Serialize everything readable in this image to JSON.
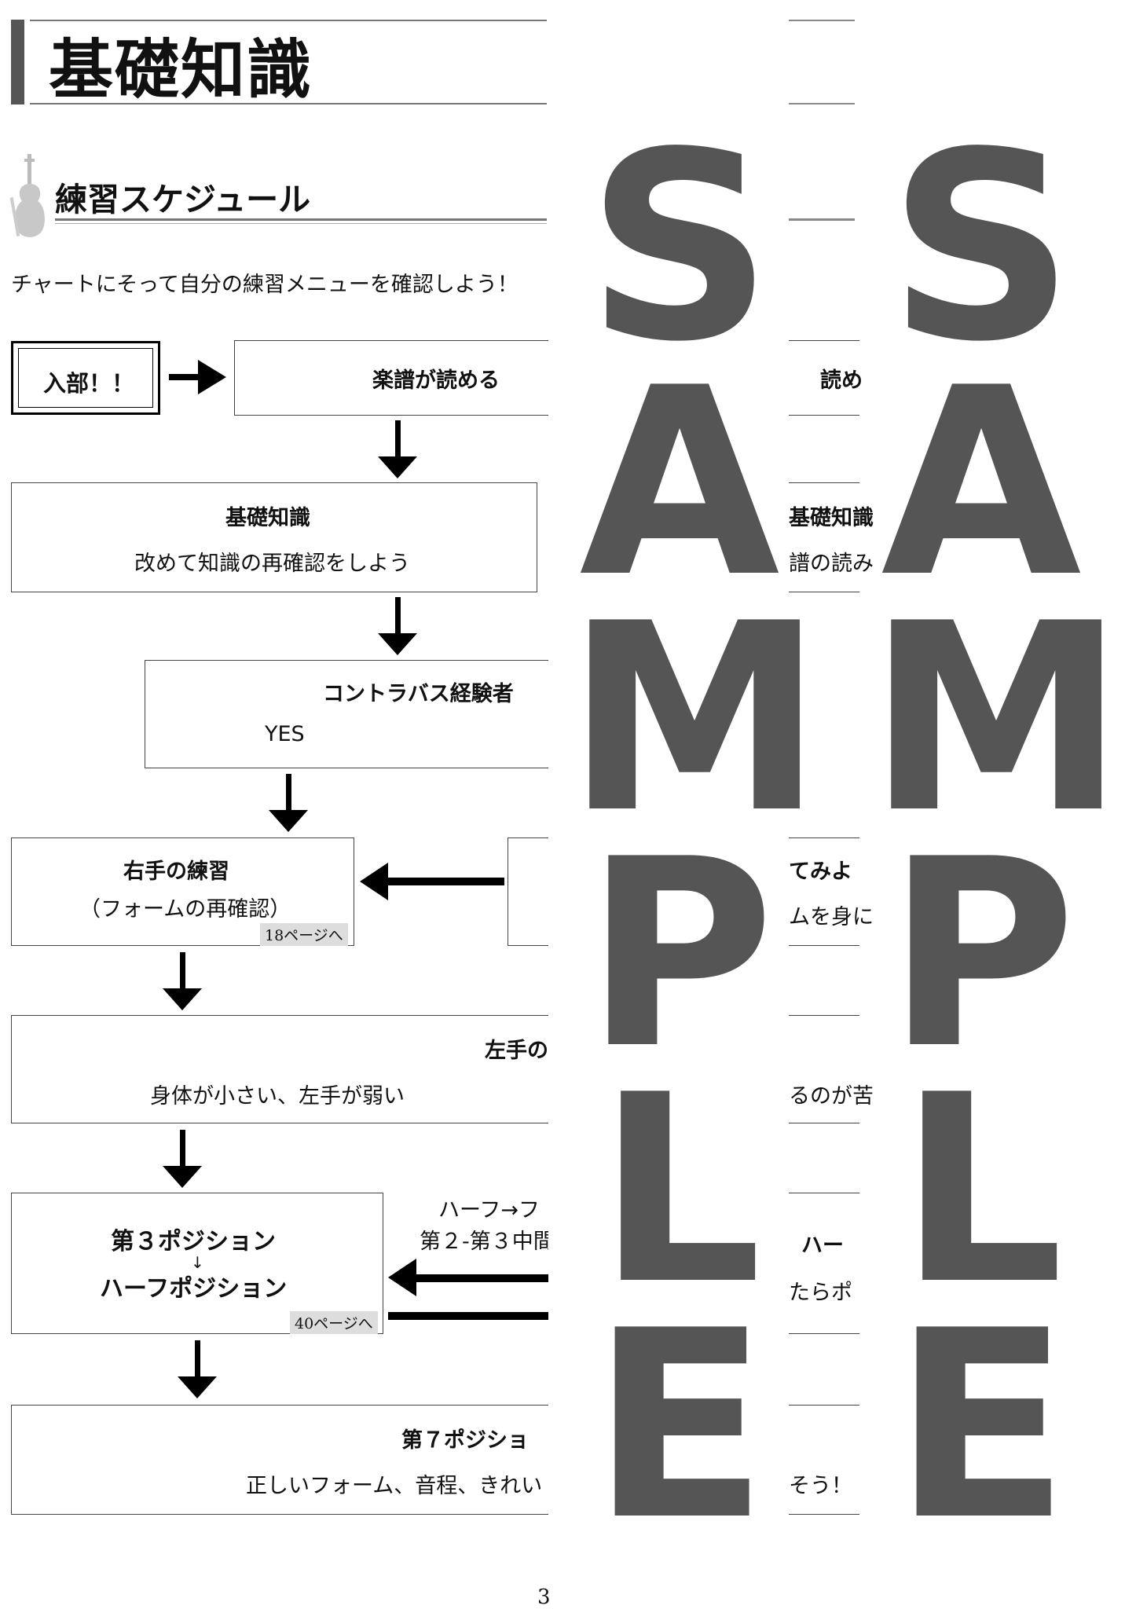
{
  "header": {
    "title": "基礎知識"
  },
  "section": {
    "title": "練習スケジュール",
    "intro": "チャートにそって自分の練習メニューを確認しよう！"
  },
  "flow": {
    "start": "入部！！",
    "read_music": "楽譜が読める",
    "read_music_strip": "読め",
    "basics": {
      "title": "基礎知識",
      "desc": "改めて知識の再確認をしよう",
      "strip_title": "基礎知識",
      "strip_desc": "譜の読み"
    },
    "contrabass": {
      "title": "コントラバス経験者",
      "yes": "YES"
    },
    "right_hand": {
      "title": "右手の練習",
      "desc": "（フォームの再確認）",
      "page": "18ページへ",
      "strip_title": "てみよ",
      "strip_desc": "ムを身に"
    },
    "left_hand": {
      "title": "左手の",
      "desc": "身体が小さい、左手が弱い",
      "strip_desc": "るのが苦"
    },
    "position3": {
      "title": "第３ポジション",
      "arrow": "↓",
      "subtitle": "ハーフポジション",
      "page": "40ページへ",
      "note1": "ハーフ→フ",
      "note2": "第２-第３中間",
      "strip_title": "ハー",
      "strip_desc": "たらポ"
    },
    "position7": {
      "title": "第７ポジショ",
      "desc": "正しいフォーム、音程、きれい",
      "strip_desc": "そう！"
    }
  },
  "footer": {
    "page_number": "3"
  },
  "watermark": {
    "letters": [
      "S",
      "A",
      "M",
      "P",
      "L",
      "E"
    ]
  }
}
